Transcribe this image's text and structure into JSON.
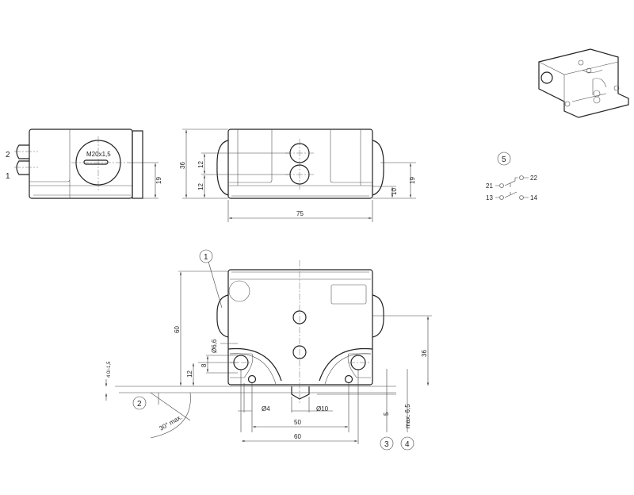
{
  "side_view": {
    "thread_label": "M20x1,5",
    "gland_labels": [
      "2",
      "1"
    ],
    "dim_height": "19"
  },
  "front_view": {
    "dim_total_height": "36",
    "dim_upper": "12",
    "dim_lower": "12",
    "dim_width": "75",
    "dim_10": "10",
    "dim_19": "19"
  },
  "bottom_view": {
    "callout_1": "1",
    "callout_2": "2",
    "callout_3": "3",
    "callout_4": "4",
    "dim_60_height": "60",
    "dim_36": "36",
    "dim_12": "12",
    "dim_8": "8",
    "dim_hole": "Ø6,6",
    "dim_pin_hole": "Ø4",
    "dim_pin": "Ø10",
    "dim_50": "50",
    "dim_60_width": "60",
    "dim_5": "5",
    "dim_max": "max. 6,5",
    "tolerance": "4 0/-1,5",
    "angle": "30° max."
  },
  "contact_schematic": {
    "callout": "5",
    "terminals": [
      "21",
      "22",
      "13",
      "14"
    ]
  }
}
